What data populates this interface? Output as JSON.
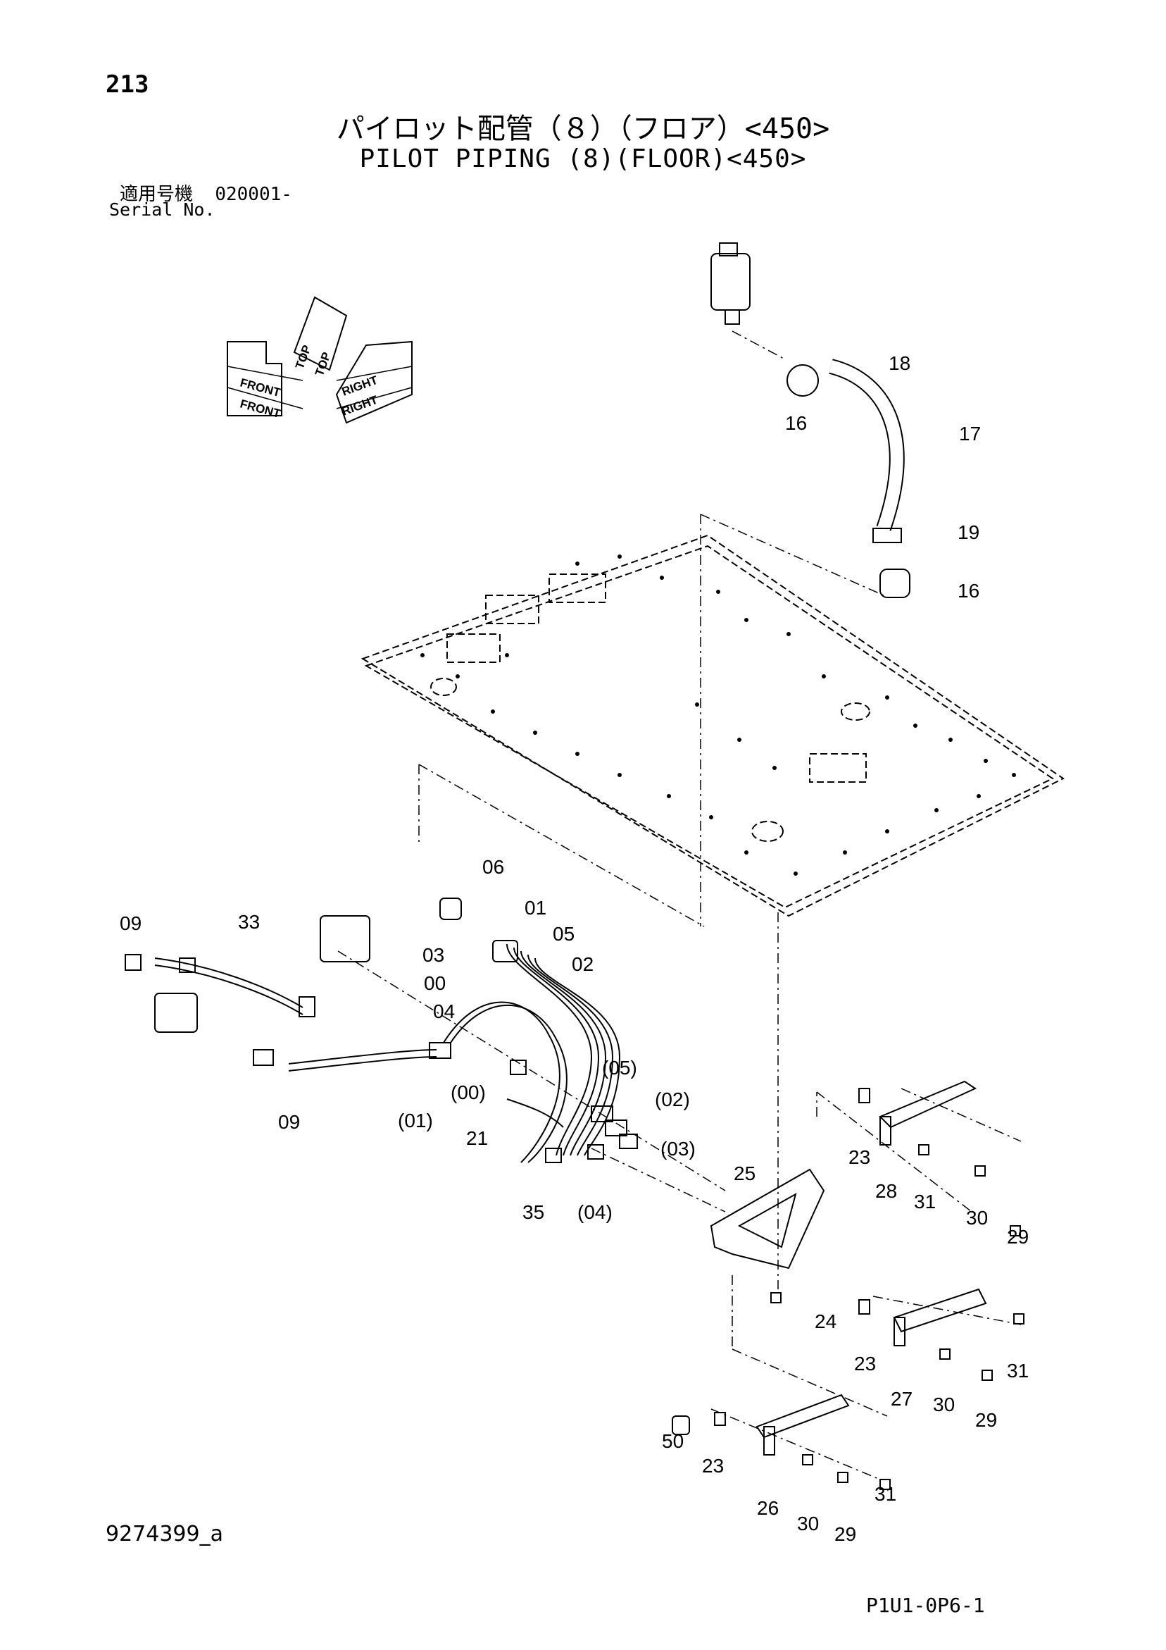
{
  "header": {
    "page_number": "213",
    "title_jp": "パイロット配管（８）（フロア）<450>",
    "title_en": "PILOT PIPING (8)(FLOOR)<450>",
    "serial_label_jp": "適用号機",
    "serial_value": "020001-",
    "serial_label_en": "Serial No."
  },
  "orientation": {
    "top": "TOP",
    "front": "FRONT",
    "right": "RIGHT"
  },
  "callouts": [
    "18",
    "16",
    "17",
    "19",
    "16",
    "06",
    "01",
    "05",
    "03",
    "02",
    "00",
    "04",
    "09",
    "33",
    "09",
    "(05)",
    "(02)",
    "(00)",
    "(01)",
    "21",
    "(03)",
    "35",
    "(04)",
    "25",
    "23",
    "28",
    "31",
    "30",
    "29",
    "24",
    "23",
    "31",
    "27",
    "30",
    "29",
    "50",
    "23",
    "31",
    "26",
    "30",
    "29"
  ],
  "footer": {
    "drawing_number": "9274399_a",
    "sheet_code": "P1U1-0P6-1"
  }
}
